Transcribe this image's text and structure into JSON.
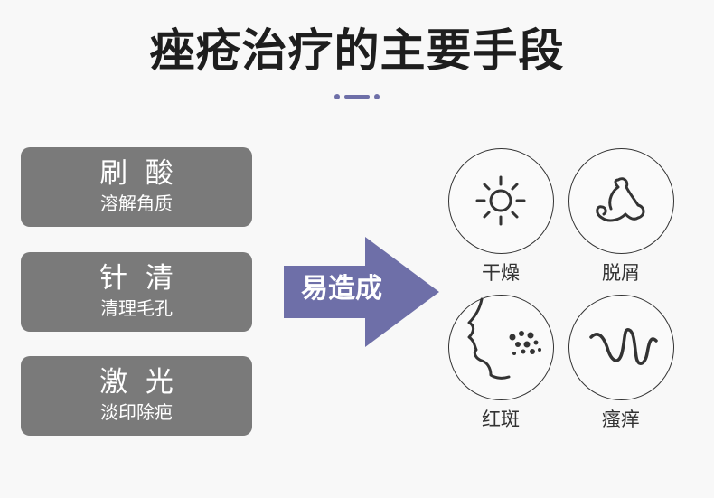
{
  "title": "痤疮治疗的主要手段",
  "treatments": [
    {
      "name": "刷  酸",
      "desc": "溶解角质"
    },
    {
      "name": "针  清",
      "desc": "清理毛孔"
    },
    {
      "name": "激  光",
      "desc": "淡印除疤"
    }
  ],
  "arrow_label": "易造成",
  "effects": [
    {
      "label": "干燥",
      "icon": "sun-icon"
    },
    {
      "label": "脱屑",
      "icon": "flake-icon"
    },
    {
      "label": "红斑",
      "icon": "face-spots-icon"
    },
    {
      "label": "瘙痒",
      "icon": "squiggle-icon"
    }
  ],
  "colors": {
    "accent": "#6e6fa8",
    "card": "#7a7a7a",
    "background": "#f8f8f8",
    "title": "#1e1e1e"
  }
}
